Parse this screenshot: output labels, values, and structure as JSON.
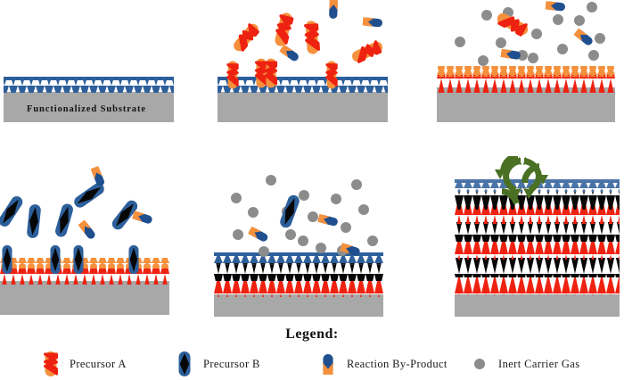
{
  "figure": {
    "type": "process-schematic",
    "background_color": "#ffffff",
    "panel_count": 6
  },
  "colors": {
    "substrate_gray": "#a8a8a8",
    "functional_blue": "#2d5f9a",
    "precursor_a_shell": "#f5903c",
    "precursor_a_core": "#ee2211",
    "precursor_b_shell": "#2d5f9a",
    "precursor_b_core": "#070707",
    "byproduct_blue": "#1f4f8f",
    "byproduct_orange": "#f5903c",
    "inert_gas_gray": "#8c8c8c",
    "cycle_arrow_green": "#4a7024",
    "text_black": "#141414"
  },
  "panels": [
    {
      "id": "panel-1",
      "name": "functionalized-substrate",
      "caption": "Functionalized Substrate",
      "stack": [
        "gray substrate",
        "blue functionalized zigzag"
      ],
      "floating_species": []
    },
    {
      "id": "panel-2",
      "name": "precursor-a-dose",
      "caption": "",
      "stack": [
        "gray substrate",
        "blue functionalized zigzag",
        "partially adsorbed precursor A"
      ],
      "floating_species": [
        "Precursor A",
        "Reaction By-Product"
      ]
    },
    {
      "id": "panel-3",
      "name": "precursor-a-purge",
      "caption": "",
      "stack": [
        "gray substrate",
        "complete precursor A layer"
      ],
      "floating_species": [
        "Inert Carrier Gas",
        "Precursor A",
        "Reaction By-Product"
      ]
    },
    {
      "id": "panel-4",
      "name": "precursor-b-dose",
      "caption": "",
      "stack": [
        "gray substrate",
        "precursor A layer",
        "partially adsorbed precursor B"
      ],
      "floating_species": [
        "Precursor B",
        "Reaction By-Product"
      ]
    },
    {
      "id": "panel-5",
      "name": "precursor-b-purge",
      "caption": "",
      "stack": [
        "gray substrate",
        "precursor A layer",
        "complete precursor B layer"
      ],
      "floating_species": [
        "Inert Carrier Gas",
        "Precursor B",
        "Reaction By-Product"
      ]
    },
    {
      "id": "panel-6",
      "name": "repeat-cycle-multilayer",
      "caption": "",
      "stack": [
        "gray substrate",
        "multilayer red/black stack",
        "blue top layer"
      ],
      "floating_species": [],
      "cycle_icon": "refresh-cycle-icon",
      "layer_pairs": 3
    }
  ],
  "legend": {
    "title": "Legend:",
    "items": [
      {
        "key": "precursor-a",
        "label": "Precursor A",
        "marker": "capsule-orange-red"
      },
      {
        "key": "precursor-b",
        "label": "Precursor B",
        "marker": "capsule-blue-black"
      },
      {
        "key": "reaction-by-product",
        "label": "Reaction By-Product",
        "marker": "capsule-blue-orange"
      },
      {
        "key": "inert-carrier-gas",
        "label": "Inert Carrier Gas",
        "marker": "circle-gray"
      }
    ]
  }
}
